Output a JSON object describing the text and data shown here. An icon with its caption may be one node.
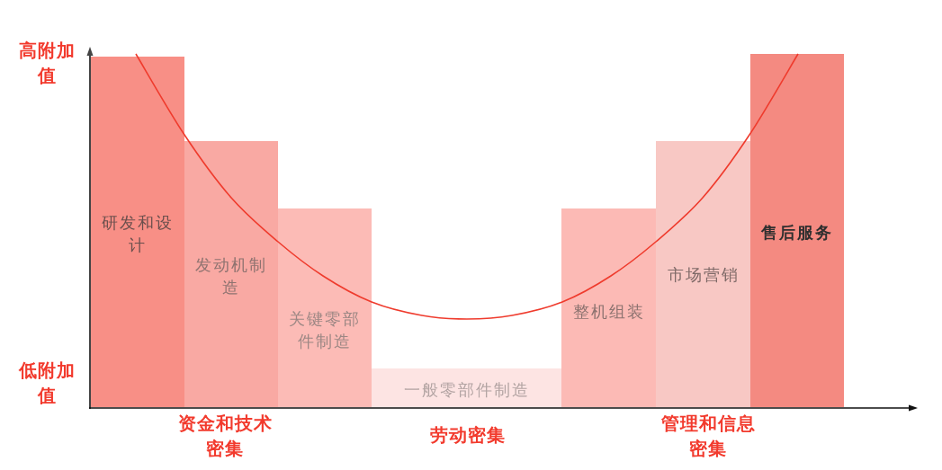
{
  "diagram": {
    "nodes": [
      {
        "text": [
          "研发和设计"
        ]
      },
      {
        "text": [
          "发动机制造"
        ]
      },
      {
        "text": [
          "关键零部件制造"
        ]
      },
      {
        "text": [
          "一般零部件制造"
        ]
      },
      {
        "text": [
          "整机组装"
        ]
      },
      {
        "text": [
          "市场营销"
        ]
      },
      {
        "text": [
          "售后服务"
        ]
      }
    ],
    "labels": [
      "高附加值",
      "低附加值",
      "资金和技术密集",
      "劳动密集",
      "管理和信息密集"
    ]
  }
}
